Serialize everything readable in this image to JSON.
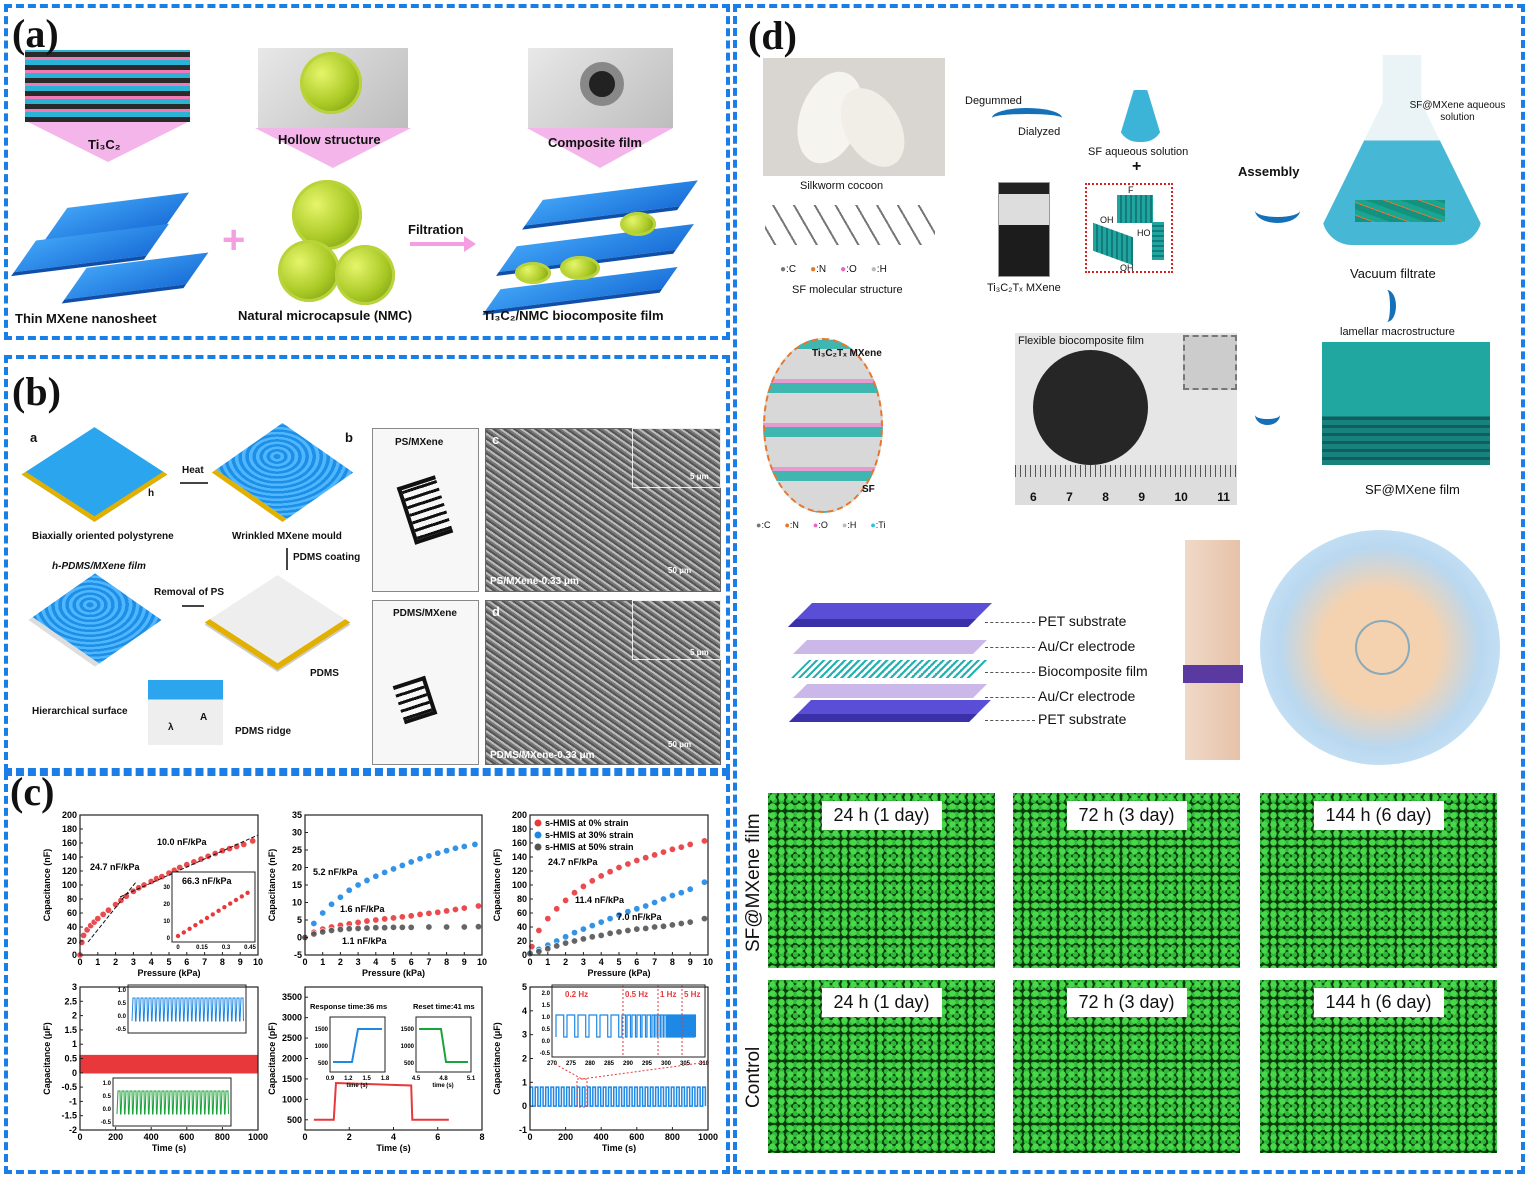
{
  "panels": {
    "a": "(a)",
    "b": "(b)",
    "c": "(c)",
    "d": "(d)"
  },
  "a": {
    "ti3c2": "Ti₃C₂",
    "hollow": "Hollow structure",
    "composite": "Composite film",
    "sheet": "Thin MXene nanosheet",
    "plus": "+",
    "nmc": "Natural microcapsule (NMC)",
    "filtration": "Filtration",
    "biofilm": "Ti₃C₂/NMC biocomposite film"
  },
  "b": {
    "sub_a": "a",
    "sub_b": "b",
    "sub_c": "c",
    "sub_d": "d",
    "heat": "Heat",
    "bops": "Biaxially oriented polystyrene",
    "h": "h",
    "mould": "Wrinkled MXene mould",
    "pdms_coating": "PDMS coating",
    "hfilm": "h-PDMS/MXene film",
    "removal": "Removal of PS",
    "pdms": "PDMS",
    "hier": "Hierarchical surface",
    "ridge": "PDMS ridge",
    "lambda": "λ",
    "A": "A",
    "ps_mx": "PS/MXene",
    "pdms_mx": "PDMS/MXene",
    "sem_c": "PS/MXene-0.33 μm",
    "sem_d": "PDMS/MXene-0.33 μm",
    "s50": "50 μm",
    "s5": "5 μm"
  },
  "d": {
    "degummed": "Degummed",
    "dialyzed": "Dialyzed",
    "sf_sol": "SF aqueous solution",
    "plus": "+",
    "cocoon": "Silkworm cocoon",
    "sf_struct": "SF molecular structure",
    "legend1": [
      "C",
      "N",
      "O",
      "H"
    ],
    "mxene": "Ti₃C₂Tₓ MXene",
    "F": "F",
    "OH1": "OH",
    "HO": "HO",
    "OH2": "OH",
    "assembly": "Assembly",
    "flask_label": "SF@MXene aqueous solution",
    "vacuum": "Vacuum filtrate",
    "lamellar": "lamellar macrostructure",
    "sfmx_film": "SF@MXene film",
    "zoom_mx": "Ti₃C₂Tₓ MXene",
    "zoom_sf": "SF",
    "legend2": [
      "C",
      "N",
      "O",
      "H",
      "Ti"
    ],
    "flex": "Flexible biocomposite film",
    "ruler": [
      "6",
      "7",
      "8",
      "9",
      "10",
      "11"
    ],
    "stack": [
      "PET substrate",
      "Au/Cr electrode",
      "Biocomposite film",
      "Au/Cr electrode",
      "PET substrate"
    ],
    "row_labels": [
      "SF@MXene film",
      "Control"
    ],
    "times": [
      "24 h (1 day)",
      "72 h (3 day)",
      "144 h (6 day)"
    ]
  },
  "colors": {
    "border": "#1a7ee6",
    "red": "#e8383c",
    "blue": "#1e88e5",
    "black": "#444444",
    "green": "#1aa33a"
  },
  "chart_data": [
    {
      "type": "scatter",
      "xlabel": "Pressure (kPa)",
      "ylabel": "Capacitance (nF)",
      "xlim": [
        0,
        10
      ],
      "ylim": [
        0,
        200
      ],
      "xticks": [
        0,
        1,
        2,
        3,
        4,
        5,
        6,
        7,
        8,
        9,
        10
      ],
      "yticks": [
        0,
        20,
        40,
        60,
        80,
        100,
        120,
        140,
        160,
        180,
        200
      ],
      "series": [
        {
          "name": "s-HMIS",
          "color": "#e8383c",
          "x": [
            0,
            0.1,
            0.2,
            0.4,
            0.6,
            0.8,
            1,
            1.3,
            1.6,
            2,
            2.3,
            2.6,
            3,
            3.3,
            3.6,
            4,
            4.3,
            4.6,
            5,
            5.3,
            5.6,
            6,
            6.4,
            6.8,
            7.2,
            7.6,
            8,
            8.4,
            8.8,
            9.2,
            9.7
          ],
          "y": [
            0,
            18,
            28,
            36,
            42,
            47,
            52,
            58,
            64,
            72,
            78,
            84,
            91,
            96,
            100,
            105,
            109,
            112,
            117,
            121,
            125,
            129,
            133,
            137,
            141,
            145,
            149,
            152,
            155,
            158,
            163
          ]
        }
      ],
      "annotations": [
        "24.7 nF/kPa",
        "10.0 nF/kPa"
      ],
      "inset": {
        "label": "66.3 nF/kPa",
        "xticks": [
          "0",
          "0.15",
          "0.3",
          "0.45"
        ],
        "yticks": [
          "0",
          "10",
          "20",
          "30"
        ]
      }
    },
    {
      "type": "scatter",
      "xlabel": "Pressure (kPa)",
      "ylabel": "Capacitance (nF)",
      "xlim": [
        0,
        10
      ],
      "ylim": [
        -5,
        35
      ],
      "xticks": [
        0,
        1,
        2,
        3,
        4,
        5,
        6,
        7,
        8,
        9,
        10
      ],
      "yticks": [
        -5,
        0,
        5,
        10,
        15,
        20,
        25,
        30,
        35
      ],
      "series": [
        {
          "name": "blue",
          "color": "#1e88e5",
          "x": [
            0,
            0.5,
            1,
            1.5,
            2,
            2.5,
            3,
            3.5,
            4,
            4.5,
            5,
            5.5,
            6,
            6.5,
            7,
            7.5,
            8,
            8.5,
            9,
            9.6
          ],
          "y": [
            0,
            4,
            7,
            9.5,
            11.5,
            13.5,
            15,
            16.3,
            17.5,
            18.6,
            19.6,
            20.6,
            21.6,
            22.5,
            23.3,
            24.1,
            24.8,
            25.5,
            26,
            26.6
          ]
        },
        {
          "name": "red",
          "color": "#e8383c",
          "x": [
            0,
            0.5,
            1,
            1.5,
            2,
            2.5,
            3,
            3.5,
            4,
            4.5,
            5,
            5.5,
            6,
            6.5,
            7,
            7.5,
            8,
            8.5,
            9,
            9.8
          ],
          "y": [
            0,
            1.5,
            2.4,
            3,
            3.5,
            3.9,
            4.3,
            4.7,
            5,
            5.3,
            5.6,
            5.9,
            6.2,
            6.6,
            6.9,
            7.2,
            7.6,
            8,
            8.4,
            9
          ]
        },
        {
          "name": "black",
          "color": "#555555",
          "x": [
            0,
            0.5,
            1,
            1.5,
            2,
            2.5,
            3,
            3.5,
            4,
            4.5,
            5,
            5.5,
            6,
            7,
            8,
            9,
            9.8
          ],
          "y": [
            0,
            1,
            1.6,
            2,
            2.3,
            2.5,
            2.6,
            2.7,
            2.8,
            2.8,
            2.9,
            2.9,
            2.9,
            3,
            3,
            3,
            3.1
          ]
        }
      ],
      "annotations": [
        "5.2 nF/kPa",
        "1.6 nF/kPa",
        "1.1 nF/kPa"
      ]
    },
    {
      "type": "scatter",
      "xlabel": "Pressure (kPa)",
      "ylabel": "Capacitance (nF)",
      "xlim": [
        0,
        10
      ],
      "ylim": [
        0,
        200
      ],
      "xticks": [
        0,
        1,
        2,
        3,
        4,
        5,
        6,
        7,
        8,
        9,
        10
      ],
      "yticks": [
        0,
        20,
        40,
        60,
        80,
        100,
        120,
        140,
        160,
        180,
        200
      ],
      "legend": [
        "s-HMIS at 0% strain",
        "s-HMIS at 30% strain",
        "s-HMIS at 50% strain"
      ],
      "series": [
        {
          "name": "s-HMIS at 0% strain",
          "color": "#e8383c",
          "x": [
            0.1,
            0.5,
            1,
            1.5,
            2,
            2.5,
            3,
            3.5,
            4,
            4.5,
            5,
            5.5,
            6,
            6.5,
            7,
            7.5,
            8,
            8.5,
            9,
            9.8
          ],
          "y": [
            12,
            35,
            52,
            66,
            78,
            89,
            98,
            106,
            113,
            119,
            125,
            130,
            135,
            139,
            143,
            147,
            151,
            154,
            158,
            163
          ]
        },
        {
          "name": "s-HMIS at 30% strain",
          "color": "#1e88e5",
          "x": [
            0,
            0.5,
            1,
            1.5,
            2,
            2.5,
            3,
            3.5,
            4,
            4.5,
            5,
            5.5,
            6,
            6.5,
            7,
            7.5,
            8,
            8.5,
            9,
            9.8
          ],
          "y": [
            3,
            8,
            14,
            20,
            26,
            32,
            37,
            42,
            47,
            52,
            57,
            62,
            66,
            70,
            75,
            80,
            85,
            89,
            94,
            104
          ]
        },
        {
          "name": "s-HMIS at 50% strain",
          "color": "#555555",
          "x": [
            0,
            0.5,
            1,
            1.5,
            2,
            2.5,
            3,
            3.5,
            4,
            4.5,
            5,
            5.5,
            6,
            6.5,
            7,
            7.5,
            8,
            8.5,
            9,
            9.8
          ],
          "y": [
            2,
            5,
            9,
            13,
            17,
            20,
            23,
            26,
            28,
            31,
            33,
            35,
            37,
            38,
            40,
            41,
            43,
            45,
            47,
            52
          ]
        }
      ],
      "annotations": [
        "24.7 nF/kPa",
        "11.4 nF/kPa",
        "7.0 nF/kPa"
      ]
    },
    {
      "type": "line",
      "xlabel": "Time (s)",
      "ylabel": "Capacitance (μF)",
      "xlim": [
        0,
        1000
      ],
      "ylim": [
        -2,
        3
      ],
      "xticks": [
        0,
        200,
        400,
        600,
        800,
        1000
      ],
      "yticks": [
        -2.0,
        -1.5,
        -1.0,
        -0.5,
        0.0,
        0.5,
        1.0,
        1.5,
        2.0,
        2.5,
        3.0
      ],
      "oscillation": {
        "color": "#e8383c",
        "low": 0,
        "high": 0.6,
        "cycles": 120
      },
      "insets": [
        {
          "color": "#1e88e5",
          "yticks": [
            "-0.5",
            "0.0",
            "0.5",
            "1.0"
          ]
        },
        {
          "color": "#1aa33a",
          "yticks": [
            "-0.5",
            "0.0",
            "0.5",
            "1.0"
          ]
        }
      ]
    },
    {
      "type": "line",
      "xlabel": "Time (s)",
      "ylabel": "Capacitance (pF)",
      "xlim": [
        0,
        8
      ],
      "ylim": [
        250,
        3750
      ],
      "xticks": [
        0,
        2,
        4,
        6,
        8
      ],
      "yticks": [
        500,
        1000,
        1500,
        2000,
        2500,
        3000,
        3500
      ],
      "step": {
        "low": 500,
        "high": 1400,
        "t_on": 1.3,
        "t_off": 4.8,
        "t_end": 6.5
      },
      "annotations": [
        "Response time:36 ms",
        "Reset time:41 ms"
      ],
      "insets": [
        {
          "color": "#1e88e5",
          "xticks": [
            "0.9",
            "1.2",
            "1.5",
            "1.8"
          ],
          "yticks": [
            "500",
            "1000",
            "1500"
          ],
          "xlabel": "time (s)"
        },
        {
          "color": "#1aa33a",
          "xticks": [
            "4.5",
            "4.8",
            "5.1"
          ],
          "yticks": [
            "500",
            "1000",
            "1500"
          ],
          "xlabel": "time (s)"
        }
      ]
    },
    {
      "type": "line",
      "xlabel": "Time (s)",
      "ylabel": "Capacitance (μF)",
      "xlim": [
        0,
        1000
      ],
      "ylim": [
        -1,
        5
      ],
      "xticks": [
        0,
        200,
        400,
        600,
        800,
        1000
      ],
      "yticks": [
        -1,
        0,
        1,
        2,
        3,
        4,
        5
      ],
      "oscillation": {
        "color": "#1e88e5",
        "low": 0,
        "high": 0.8,
        "cycles": 34
      },
      "inset": {
        "freqs": [
          "0.2 Hz",
          "0.5 Hz",
          "1 Hz",
          "5 Hz"
        ],
        "xticks": [
          "270",
          "275",
          "280",
          "285",
          "290",
          "295",
          "300",
          "305",
          "310"
        ],
        "yticks": [
          "-0.5",
          "0.0",
          "0.5",
          "1.0",
          "1.5",
          "2.0"
        ]
      }
    }
  ]
}
